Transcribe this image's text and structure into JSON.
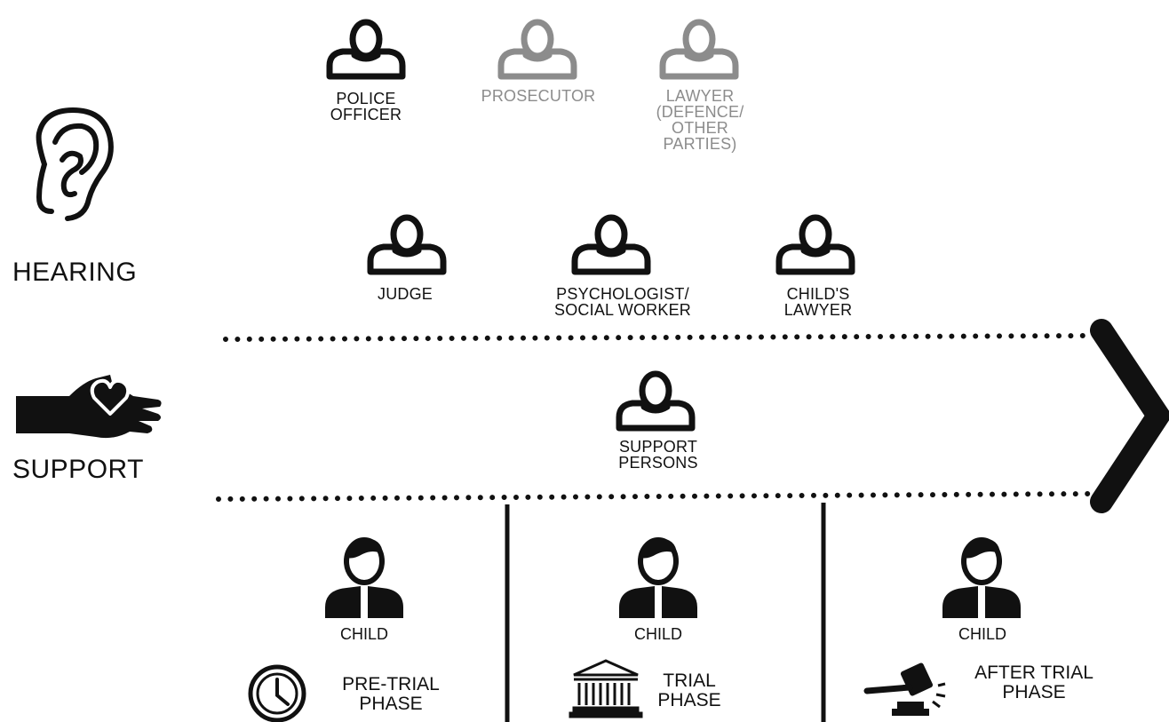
{
  "sidebar": {
    "hearing": {
      "label": "HEARING",
      "icon": "ear-icon"
    },
    "support": {
      "label": "SUPPORT",
      "icon": "heart-hand-icon"
    }
  },
  "hearing_people": [
    {
      "label": "POLICE\nOFFICER",
      "muted": false
    },
    {
      "label": "PROSECUTOR",
      "muted": true
    },
    {
      "label": "LAWYER\n(DEFENCE/\nOTHER\nPARTIES)",
      "muted": true
    },
    {
      "label": "JUDGE",
      "muted": false
    },
    {
      "label": "PSYCHOLOGIST/\nSOCIAL WORKER",
      "muted": false
    },
    {
      "label": "CHILD'S\nLAWYER",
      "muted": false
    }
  ],
  "support_people": {
    "label": "SUPPORT\nPERSONS"
  },
  "phases": [
    {
      "child_label": "CHILD",
      "phase_label": "PRE-TRIAL\nPHASE",
      "icon": "clock-icon"
    },
    {
      "child_label": "CHILD",
      "phase_label": "TRIAL\nPHASE",
      "icon": "courthouse-icon"
    },
    {
      "child_label": "CHILD",
      "phase_label": "AFTER TRIAL\nPHASE",
      "icon": "gavel-icon"
    }
  ],
  "colors": {
    "main": "#111111",
    "muted": "#8c8c8c"
  }
}
